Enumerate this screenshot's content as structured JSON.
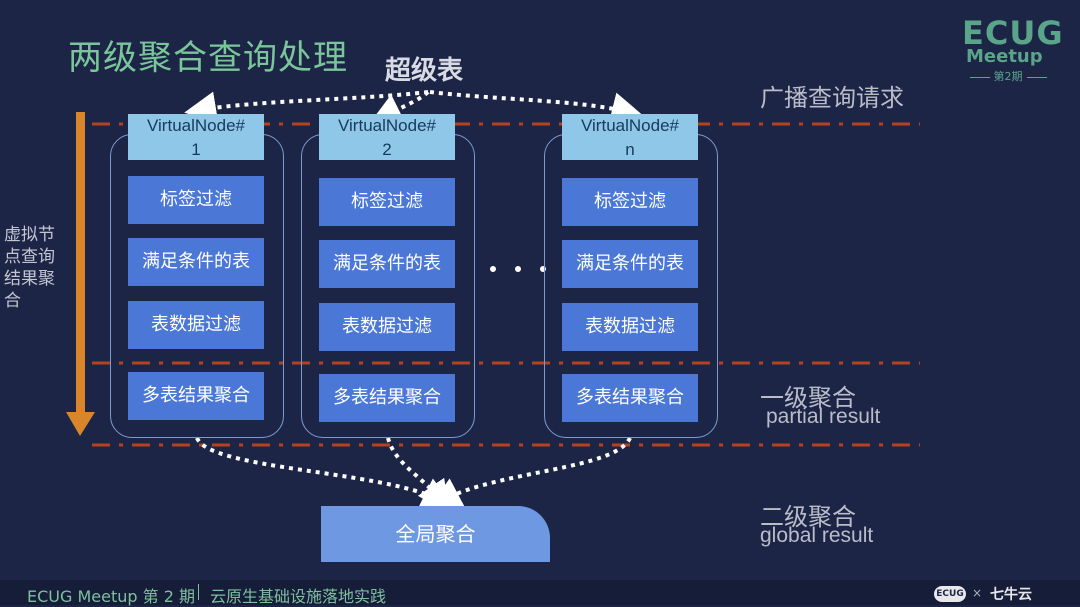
{
  "title": "两级聚合查询处理",
  "super_table": "超级表",
  "logo": {
    "top": "ECUG",
    "mid": "Meetup",
    "issue": "第2期"
  },
  "right_labels": {
    "broadcast": "广播查询请求",
    "level1": "一级聚合",
    "level1_en": "partial result",
    "level2": "二级聚合",
    "level2_en": "global result"
  },
  "side_label": "虚拟节点查询结果聚合",
  "columns": [
    {
      "node_line1": "VirtualNode#",
      "node_line2": "1",
      "filter_tag": "标签过滤",
      "tables": "满足条件的表",
      "data_filter": "表数据过滤",
      "multi_agg": "多表结果聚合"
    },
    {
      "node_line1": "VirtualNode#",
      "node_line2": "2",
      "filter_tag": "标签过滤",
      "tables": "满足条件的表",
      "data_filter": "表数据过滤",
      "multi_agg": "多表结果聚合"
    },
    {
      "node_line1": "VirtualNode#",
      "node_line2": "n",
      "filter_tag": "标签过滤",
      "tables": "满足条件的表",
      "data_filter": "表数据过滤",
      "multi_agg": "多表结果聚合"
    }
  ],
  "global_agg": "全局聚合",
  "footer": {
    "event": "ECUG Meetup 第 2 期",
    "subtitle": "云原生基础设施落地实践",
    "badge": "ECUG",
    "times": "×",
    "brand": "七牛云"
  },
  "colors": {
    "background": "#1c2546",
    "title": "#7ac59a",
    "box": "#4b78d6",
    "vnode": "#8fc7e8",
    "dash_line": "#b4421f",
    "arrow": "#d9862a"
  }
}
